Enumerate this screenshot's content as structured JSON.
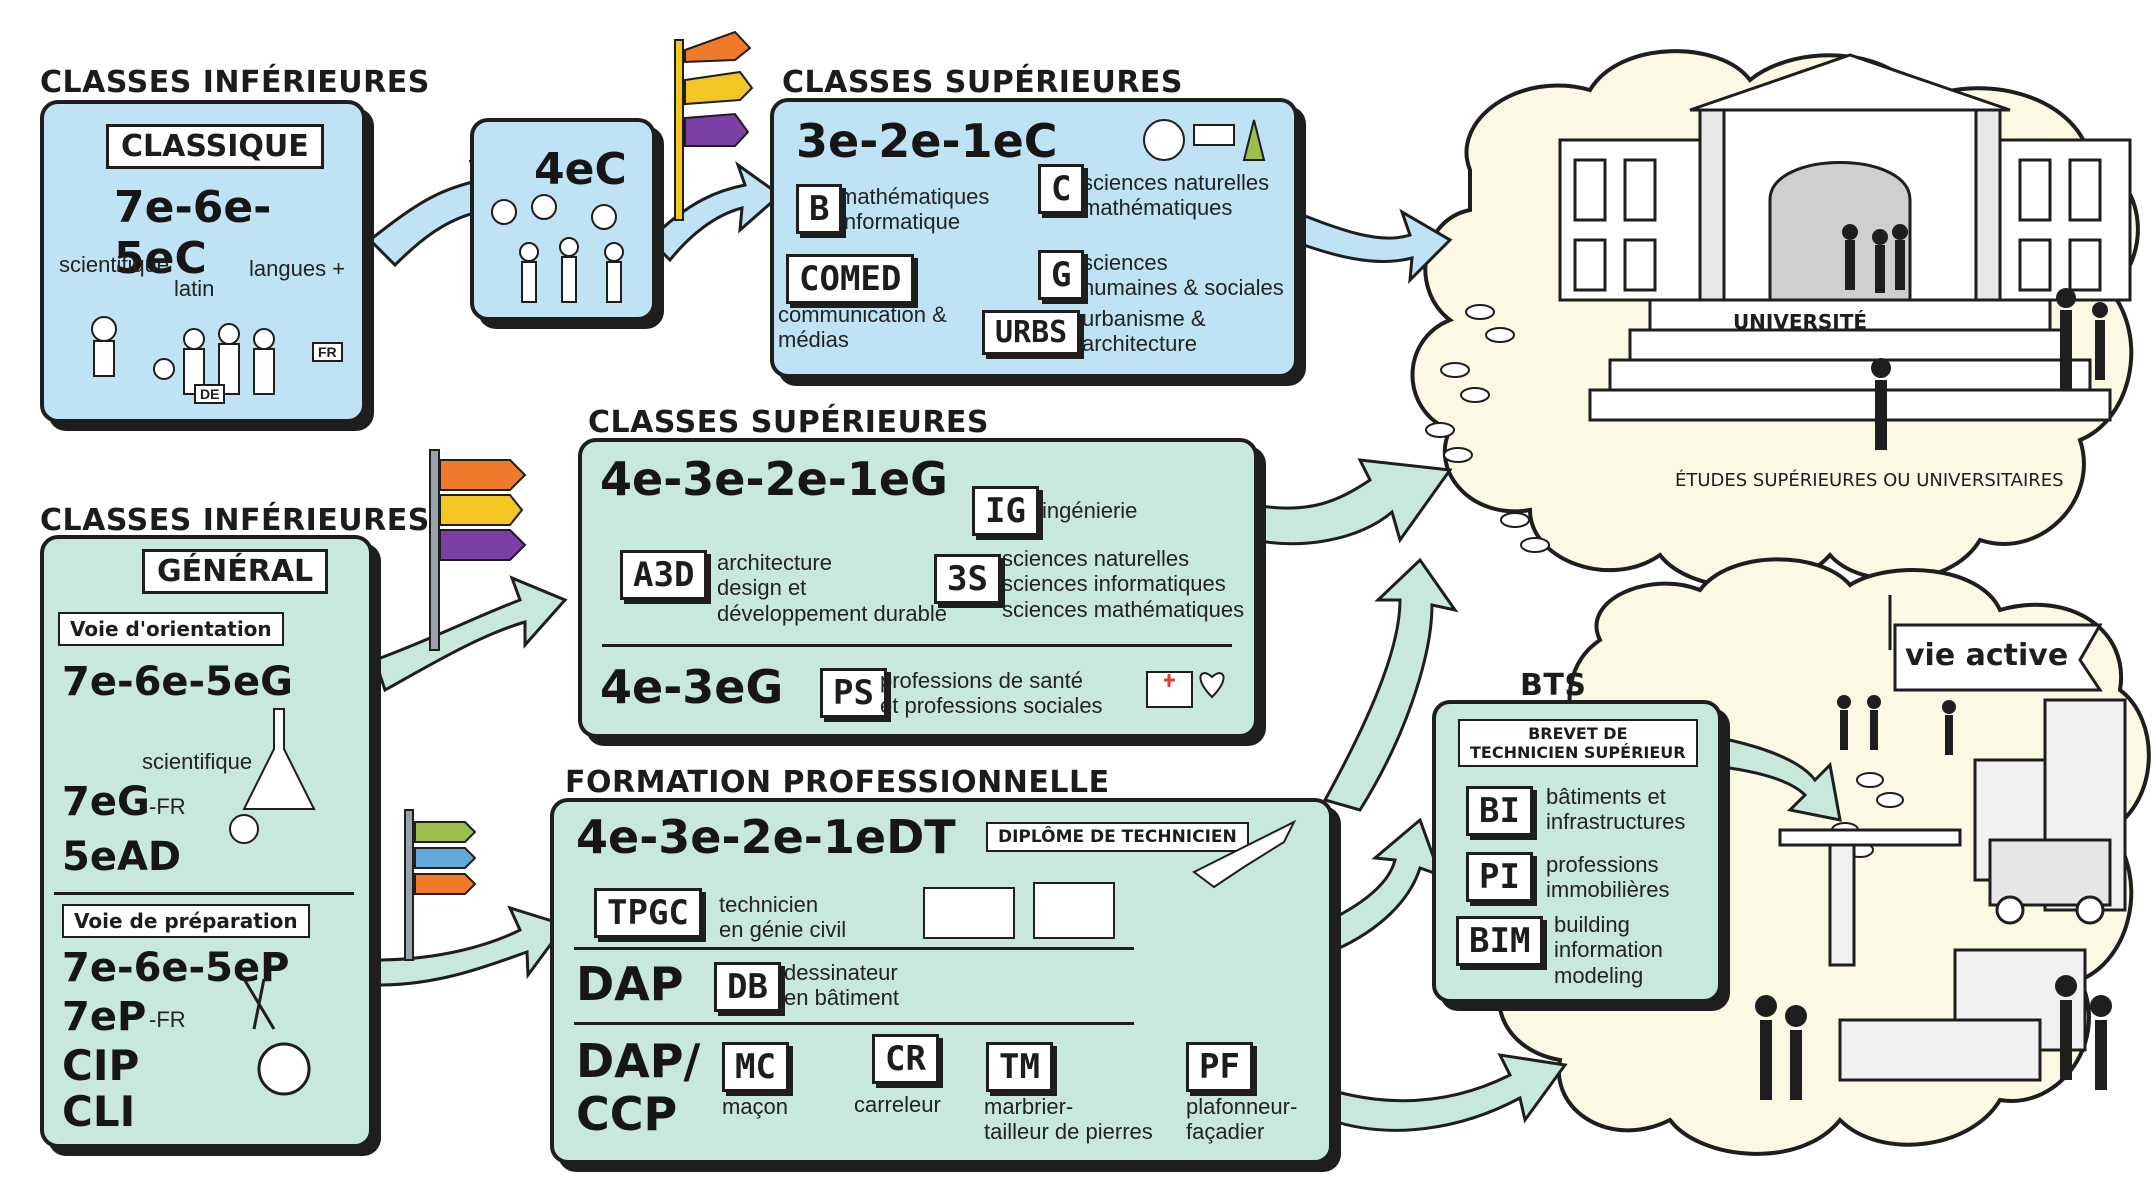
{
  "top_left": {
    "heading": "CLASSES INFÉRIEURES",
    "subtitle": "CLASSIQUE",
    "grades": "7e-6e-5eC",
    "branch_1": "scientifique",
    "branch_2": "latin",
    "branch_3": "langues +",
    "flag_de": "DE",
    "flag_fr": "FR"
  },
  "top_middle": {
    "grade": "4eC"
  },
  "top_upper": {
    "heading": "CLASSES SUPÉRIEURES",
    "grades": "3e-2e-1eC",
    "sections": [
      {
        "code": "B",
        "label": "mathématiques\ninformatique"
      },
      {
        "code": "C",
        "label": "sciences naturelles\nmathématiques"
      },
      {
        "code": "COMED",
        "label": "communication &\nmédias"
      },
      {
        "code": "G",
        "label": "sciences\nhumaines & sociales"
      },
      {
        "code": "URBS",
        "label": "urbanisme &\narchitecture"
      }
    ]
  },
  "university": {
    "sign": "UNIVERSITÉ",
    "caption": "ÉTUDES SUPÉRIEURES OU UNIVERSITAIRES"
  },
  "mid_left": {
    "heading": "CLASSES INFÉRIEURES",
    "subtitle": "GÉNÉRAL",
    "voie_orientation": "Voie d'orientation",
    "grades_1": "7e-6e-5eG",
    "branch": "scientifique",
    "grades_2": "7eG",
    "grades_2_suffix": "-FR",
    "grades_3": "5eAD",
    "voie_preparation": "Voie de préparation",
    "grades_4": "7e-6e-5eP",
    "grades_5": "7eP",
    "grades_5_suffix": "-FR",
    "grades_6": "CIP",
    "grades_7": "CLI"
  },
  "mid_upper": {
    "heading": "CLASSES SUPÉRIEURES",
    "grades": "4e-3e-2e-1eG",
    "sections": [
      {
        "code": "IG",
        "label": "ingénierie"
      },
      {
        "code": "A3D",
        "label": "architecture\ndesign et\ndéveloppement durable"
      },
      {
        "code": "3S",
        "label": "sciences naturelles\nsciences informatiques\nsciences mathématiques"
      }
    ],
    "grades_2": "4e-3eG",
    "ps_code": "PS",
    "ps_label": "professions de santé\net professions sociales"
  },
  "vocational": {
    "heading": "FORMATION PROFESSIONNELLE",
    "grades": "4e-3e-2e-1eDT",
    "dt_label": "DIPLÔME DE TECHNICIEN",
    "tpgc_code": "TPGC",
    "tpgc_label": "technicien\nen génie civil",
    "dap": "DAP",
    "db_code": "DB",
    "db_label": "dessinateur\nen bâtiment",
    "dap_ccp_1": "DAP/",
    "dap_ccp_2": "CCP",
    "trades": [
      {
        "code": "MC",
        "label": "maçon"
      },
      {
        "code": "CR",
        "label": "carreleur"
      },
      {
        "code": "TM",
        "label": "marbrier-\ntailleur de pierres"
      },
      {
        "code": "PF",
        "label": "plafonneur-\nfaçadier"
      }
    ]
  },
  "bts": {
    "heading": "BTS",
    "subtitle": "BREVET DE\nTECHNICIEN SUPÉRIEUR",
    "items": [
      {
        "code": "BI",
        "label": "bâtiments et\ninfrastructures"
      },
      {
        "code": "PI",
        "label": "professions\nimmobilières"
      },
      {
        "code": "BIM",
        "label": "building\ninformation\nmodeling"
      }
    ]
  },
  "vie_active": {
    "sign": "vie active"
  },
  "colors": {
    "blue": "#bfe3f5",
    "green": "#c9e8dc",
    "cream": "#fbf8e4",
    "accent_orange": "#f07a2a",
    "accent_yellow": "#f3c623",
    "accent_purple": "#7b3fa6"
  }
}
